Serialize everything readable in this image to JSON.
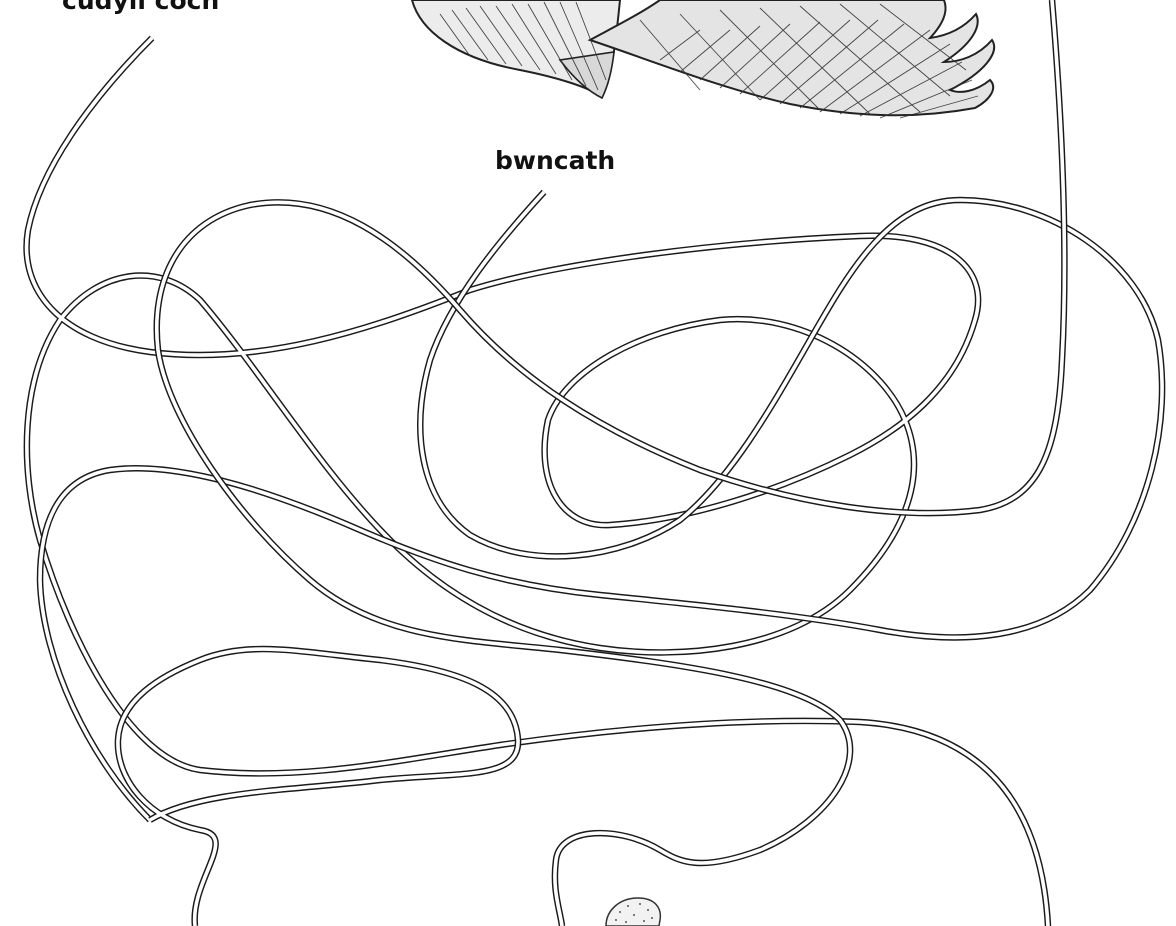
{
  "puzzle": {
    "type": "tangled-lines maze",
    "labels": {
      "top_left": "cudyll coch",
      "middle": "bwncath"
    },
    "images": {
      "top": "hawk-in-flight",
      "bottom": "egg"
    }
  },
  "colors": {
    "background": "#ffffff",
    "line": "#1a1a1a",
    "text": "#111111"
  }
}
